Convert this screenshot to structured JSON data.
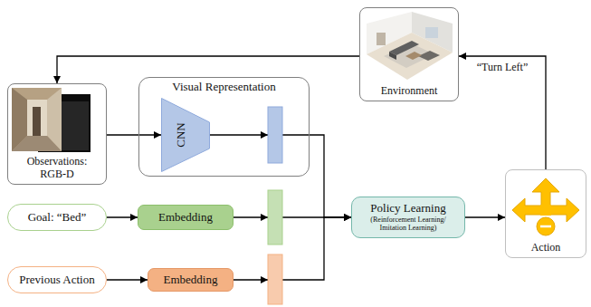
{
  "diagram": {
    "nodes": [
      {
        "text": [
          "Environment"
        ]
      },
      {
        "text": [
          "Observations: RGB-D"
        ]
      },
      {
        "text": [
          "Visual Representation"
        ]
      },
      {
        "text": [
          "CNN"
        ],
        "in": 2
      },
      {
        "text": [
          "Goal: “Bed”"
        ]
      },
      {
        "text": [
          "Embedding"
        ]
      },
      {
        "text": [
          "Policy Learning",
          "(Reinforcement Learning/ Imitation Learning)"
        ]
      },
      {
        "text": [
          "Action"
        ]
      },
      {
        "text": [
          "Previous Action"
        ]
      },
      {
        "text": [
          "Embedding"
        ]
      }
    ],
    "edges": [
      {
        "from": 1,
        "to": 3,
        "arrow": "to"
      },
      {
        "from": 3,
        "to": 6,
        "arrow": "to"
      },
      {
        "from": 4,
        "to": 5,
        "arrow": "to"
      },
      {
        "from": 5,
        "to": 6,
        "arrow": "to"
      },
      {
        "from": 8,
        "to": 9,
        "arrow": "to"
      },
      {
        "from": 9,
        "to": 6,
        "arrow": "to"
      },
      {
        "from": 6,
        "to": 7,
        "arrow": "to"
      },
      {
        "from": 7,
        "to": 0,
        "label": "“Turn Left”",
        "arrow": "to"
      },
      {
        "from": 0,
        "to": 1,
        "arrow": "to"
      }
    ]
  }
}
